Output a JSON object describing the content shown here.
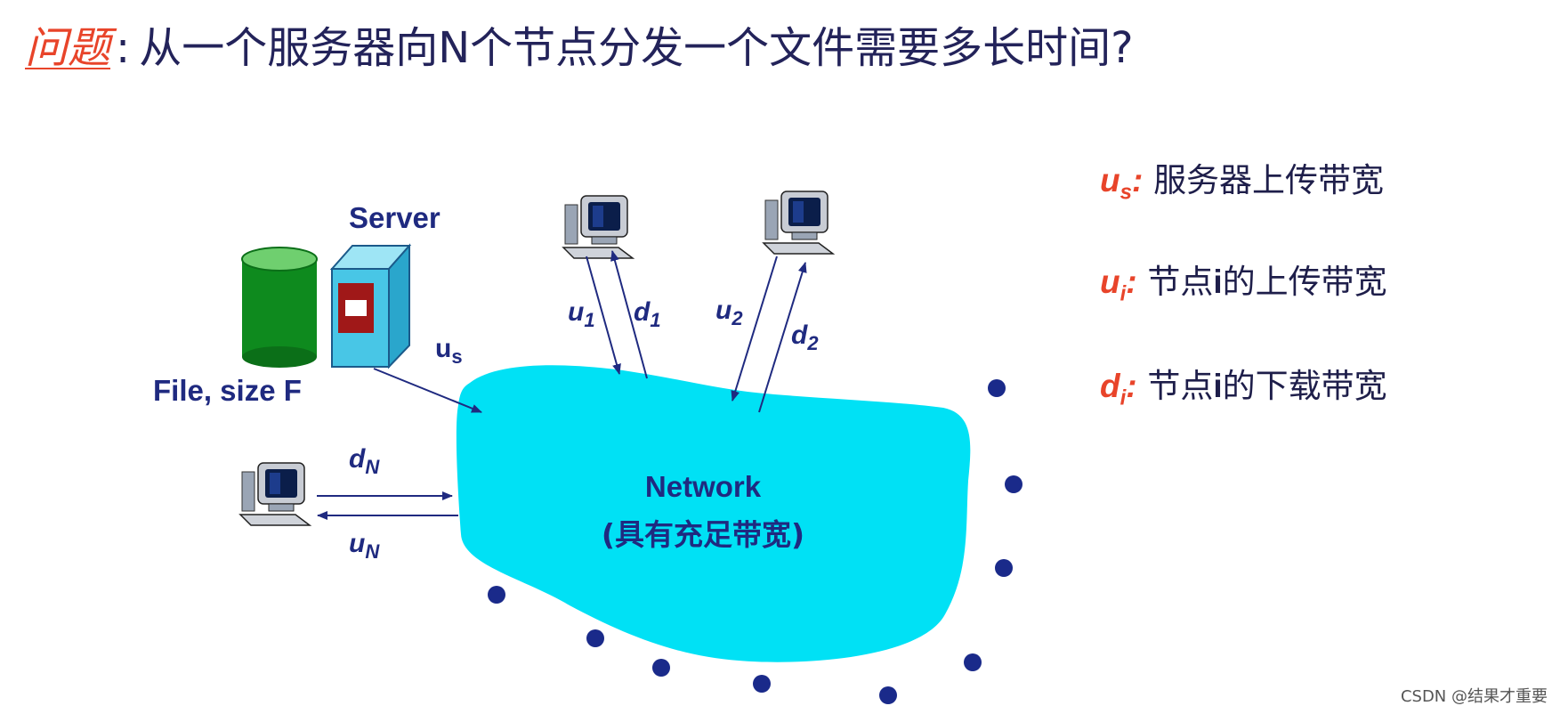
{
  "title": {
    "prefix": "问题",
    "colon": ":",
    "question": "从一个服务器向N个节点分发一个文件需要多长时间?"
  },
  "labels": {
    "server": "Server",
    "file": "File, size F",
    "us_base": "u",
    "us_sub": "s",
    "u1_base": "u",
    "u1_sub": "1",
    "d1_base": "d",
    "d1_sub": "1",
    "u2_base": "u",
    "u2_sub": "2",
    "d2_base": "d",
    "d2_sub": "2",
    "dN_base": "d",
    "dN_sub": "N",
    "uN_base": "u",
    "uN_sub": "N",
    "network": "Network",
    "network_sub": "(具有充足带宽)"
  },
  "legend": [
    {
      "base": "u",
      "sub": "s",
      "suffix": ":",
      "text": "服务器上传带宽"
    },
    {
      "base": "u",
      "sub": "i",
      "suffix": ":",
      "text_pre": "节点",
      "text_i": "i",
      "text_post": "的上传带宽"
    },
    {
      "base": "d",
      "sub": "i",
      "suffix": ":",
      "text_pre": "节点",
      "text_i": "i",
      "text_post": "的下载带宽"
    }
  ],
  "watermark": "CSDN @结果才重要",
  "colors": {
    "title_text": "#23235a",
    "accent_red": "#e8442a",
    "label_blue": "#1f2a80",
    "network_fill": "#00e1f5",
    "arrow": "#1f2a80",
    "dots": "#1a2a8a",
    "cylinder": "#0e8a1e",
    "server_box": "#48c6e6"
  }
}
